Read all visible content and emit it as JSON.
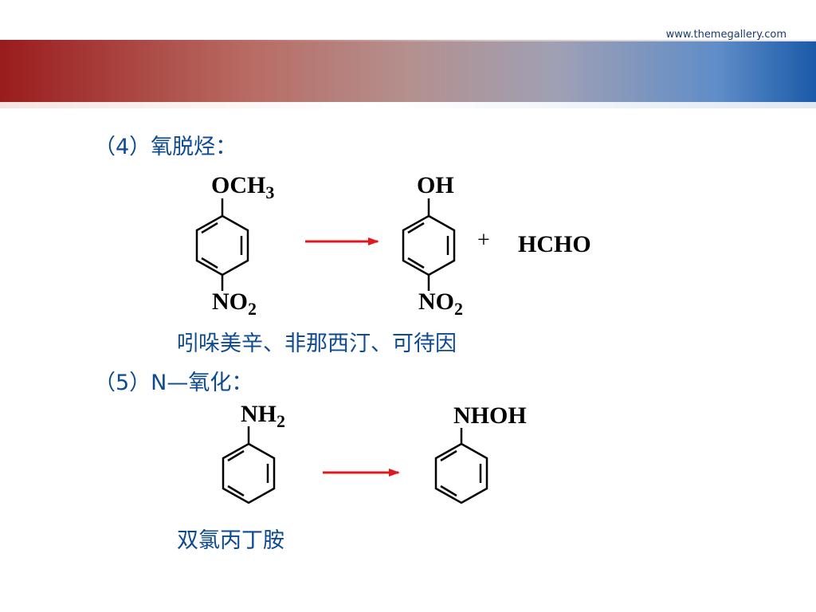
{
  "header": {
    "website": "www.themegallery.com"
  },
  "section4": {
    "heading": "（4）氧脱烃：",
    "reactant_top_main": "OCH",
    "reactant_top_sub": "3",
    "reactant_bottom_main": "NO",
    "reactant_bottom_sub": "2",
    "product_top": "OH",
    "product_bottom_main": "NO",
    "product_bottom_sub": "2",
    "plus": "+",
    "byproduct": "HCHO",
    "examples": "吲哚美辛、非那西汀、可待因"
  },
  "section5": {
    "heading": "（5）N—氧化：",
    "reactant_top_main": "NH",
    "reactant_top_sub": "2",
    "product_top": "NHOH",
    "examples": "双氯丙丁胺"
  },
  "colors": {
    "arrow": "#e0191f",
    "text_blue": "#0d4a91"
  }
}
